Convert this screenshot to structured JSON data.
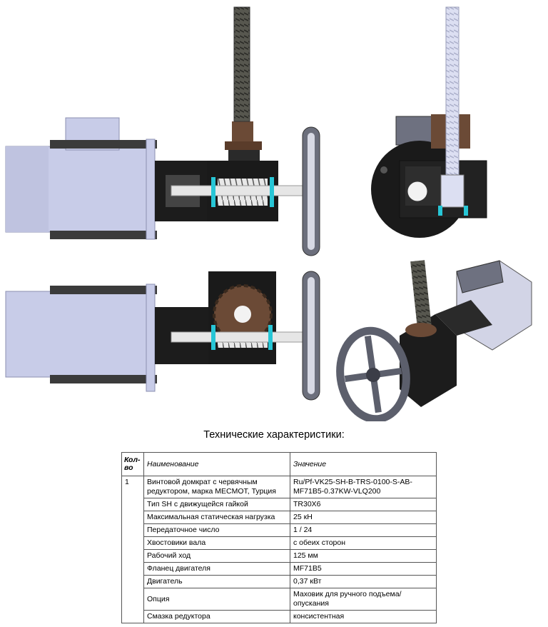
{
  "caption": "Технические характеристики:",
  "table": {
    "headers": {
      "qty": "Кол-во",
      "name": "Наименование",
      "value": "Значение"
    },
    "first_row": {
      "qty": "1",
      "name": "Винтовой домкрат с червячным редуктором, марка MECMOT, Турция",
      "value": "Ru/Pf-VK25-SH-B-TRS-0100-S-AB-MF71B5-0.37KW-VLQ200"
    },
    "rows": [
      {
        "name": "Тип SH с движущейся гайкой",
        "value": "TR30X6"
      },
      {
        "name": "Максимальная статическая нагрузка",
        "value": "25 кН"
      },
      {
        "name": "Передаточное число",
        "value": "1 / 24"
      },
      {
        "name": "Хвостовики вала",
        "value": "с обеих сторон"
      },
      {
        "name": "Рабочий ход",
        "value": "125 мм"
      },
      {
        "name": "Фланец двигателя",
        "value": "MF71B5"
      },
      {
        "name": "Двигатель",
        "value": "0,37 кВт"
      },
      {
        "name": "Опция",
        "value": "Маховик для ручного подъема/опускания"
      },
      {
        "name": "Смазка редуктора",
        "value": "консистентная"
      }
    ]
  },
  "colors": {
    "motor": "#c8cce8",
    "body": "#1e1e1e",
    "bronze": "#6b4a36",
    "screw": "#5a5a52",
    "seal": "#27c6d6"
  }
}
